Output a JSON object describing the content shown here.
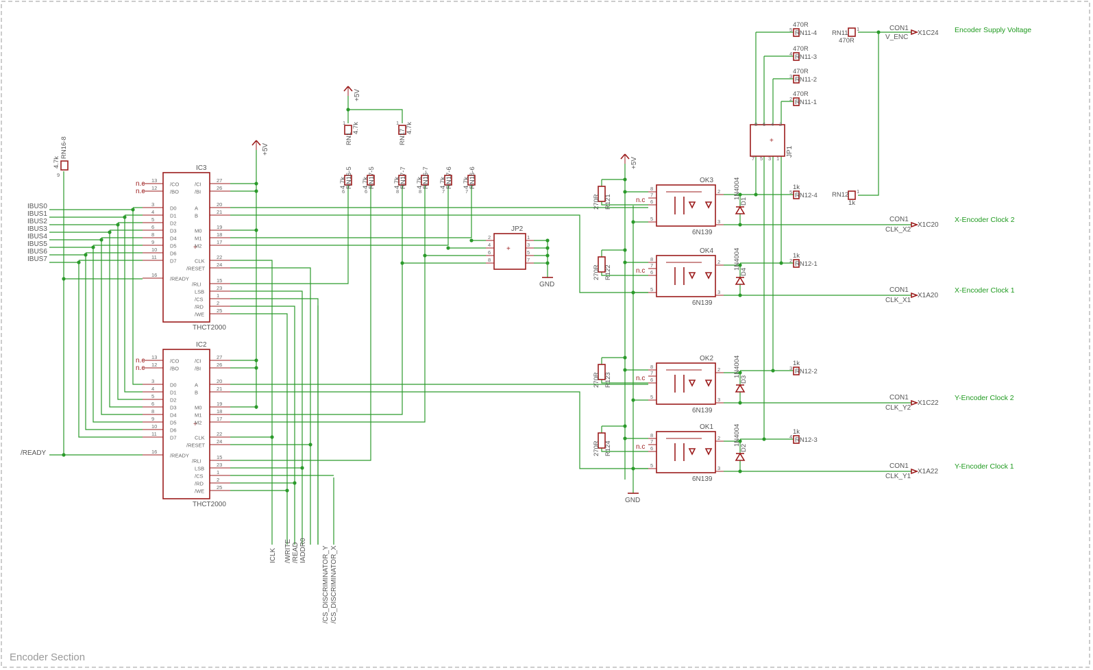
{
  "sheet": {
    "title": "Encoder Section"
  },
  "supply": {
    "vcc": "+5V",
    "gnd": "GND"
  },
  "ics": [
    {
      "name": "IC3",
      "type": "THCT2000",
      "left_pins": [
        {
          "num": "13",
          "name": "/CO"
        },
        {
          "num": "12",
          "name": "/BO"
        },
        {
          "num": "3",
          "name": "D0"
        },
        {
          "num": "4",
          "name": "D1"
        },
        {
          "num": "5",
          "name": "D2"
        },
        {
          "num": "6",
          "name": "D3"
        },
        {
          "num": "8",
          "name": "D4"
        },
        {
          "num": "9",
          "name": "D5"
        },
        {
          "num": "10",
          "name": "D6"
        },
        {
          "num": "11",
          "name": "D7"
        },
        {
          "num": "16",
          "name": "/READY"
        }
      ],
      "right_pins": [
        {
          "num": "27",
          "name": "/CI"
        },
        {
          "num": "26",
          "name": "/BI"
        },
        {
          "num": "20",
          "name": "A"
        },
        {
          "num": "21",
          "name": "B"
        },
        {
          "num": "19",
          "name": "M0"
        },
        {
          "num": "18",
          "name": "M1"
        },
        {
          "num": "17",
          "name": "M2"
        },
        {
          "num": "22",
          "name": "CLK"
        },
        {
          "num": "24",
          "name": "/RESET"
        },
        {
          "num": "15",
          "name": "/RLI"
        },
        {
          "num": "23",
          "name": "LSB"
        },
        {
          "num": "1",
          "name": "/CS"
        },
        {
          "num": "2",
          "name": "/RD"
        },
        {
          "num": "25",
          "name": "/WE"
        }
      ]
    },
    {
      "name": "IC2",
      "type": "THCT2000",
      "left_pins": [
        {
          "num": "13",
          "name": "/CO"
        },
        {
          "num": "12",
          "name": "/BO"
        },
        {
          "num": "3",
          "name": "D0"
        },
        {
          "num": "4",
          "name": "D1"
        },
        {
          "num": "5",
          "name": "D2"
        },
        {
          "num": "6",
          "name": "D3"
        },
        {
          "num": "8",
          "name": "D4"
        },
        {
          "num": "9",
          "name": "D5"
        },
        {
          "num": "10",
          "name": "D6"
        },
        {
          "num": "11",
          "name": "D7"
        },
        {
          "num": "16",
          "name": "/READY"
        }
      ],
      "right_pins": [
        {
          "num": "27",
          "name": "/CI"
        },
        {
          "num": "26",
          "name": "/BI"
        },
        {
          "num": "20",
          "name": "A"
        },
        {
          "num": "21",
          "name": "B"
        },
        {
          "num": "19",
          "name": "M0"
        },
        {
          "num": "18",
          "name": "M1"
        },
        {
          "num": "17",
          "name": "M2"
        },
        {
          "num": "22",
          "name": "CLK"
        },
        {
          "num": "24",
          "name": "/RESET"
        },
        {
          "num": "15",
          "name": "/RLI"
        },
        {
          "num": "23",
          "name": "LSB"
        },
        {
          "num": "1",
          "name": "/CS"
        },
        {
          "num": "2",
          "name": "/RD"
        },
        {
          "num": "25",
          "name": "/WE"
        }
      ]
    }
  ],
  "nc_label": "n.c",
  "bus_labels": [
    "IBUS0",
    "IBUS1",
    "IBUS2",
    "IBUS3",
    "IBUS4",
    "IBUS5",
    "IBUS6",
    "IBUS7"
  ],
  "ready_label": "/READY",
  "bottom_signals": [
    "ICLK",
    "/WRITE",
    "/READ",
    "IADDR0",
    "/CS_DISCRIMINATOR_Y",
    "/CS_DISCRIMINATOR_X"
  ],
  "pullups_top": [
    {
      "name": "RN16-8",
      "value": "4.7k",
      "pin": "9"
    },
    {
      "name": "RN1",
      "value": "4.7k",
      "pin": "1"
    },
    {
      "name": "RN17",
      "value": "4.7k",
      "pin": "1"
    }
  ],
  "pullups_row": [
    {
      "name": "RN16-5",
      "value": "4.7k",
      "pin": "6"
    },
    {
      "name": "RN17-5",
      "value": "4.7k",
      "pin": "6"
    },
    {
      "name": "RN17-7",
      "value": "4.7k",
      "pin": "8"
    },
    {
      "name": "RN16-7",
      "value": "4.7k",
      "pin": "8"
    },
    {
      "name": "RN17-6",
      "value": "4.7k",
      "pin": "7"
    },
    {
      "name": "RN16-6",
      "value": "4.7k",
      "pin": "7"
    }
  ],
  "jumper2": {
    "name": "JP2",
    "left_pins": [
      "2",
      "4",
      "6",
      "8"
    ],
    "right_pins": [
      "1",
      "3",
      "5",
      "7"
    ]
  },
  "jumper1": {
    "name": "JP1",
    "top_pins": [
      "8",
      "6",
      "4",
      "2"
    ],
    "bottom_pins": [
      "7",
      "5",
      "3",
      "1"
    ]
  },
  "opto": [
    {
      "name": "OK3",
      "type": "6N139",
      "resistor": "R121",
      "rvalue": "270R",
      "diode": "D1",
      "dtype": "1N4004"
    },
    {
      "name": "OK4",
      "type": "6N139",
      "resistor": "R122",
      "rvalue": "270R",
      "diode": "D4",
      "dtype": "1N4004"
    },
    {
      "name": "OK2",
      "type": "6N139",
      "resistor": "R123",
      "rvalue": "270R",
      "diode": "D3",
      "dtype": "1N4004"
    },
    {
      "name": "OK1",
      "type": "6N139",
      "resistor": "R124",
      "rvalue": "270R",
      "diode": "D2",
      "dtype": "1N4004"
    }
  ],
  "opto_pins": [
    "8",
    "7",
    "6",
    "5",
    "2",
    "3"
  ],
  "rn11": [
    {
      "name": "RN11-4",
      "value": "470R",
      "pin": "5"
    },
    {
      "name": "RN11-3",
      "value": "470R",
      "pin": "4"
    },
    {
      "name": "RN11-2",
      "value": "470R",
      "pin": "3"
    },
    {
      "name": "RN11-1",
      "value": "470R",
      "pin": "2"
    }
  ],
  "rn12": [
    {
      "name": "RN12-4",
      "value": "1k",
      "pin": "5"
    },
    {
      "name": "RN12-1",
      "value": "1k",
      "pin": "2"
    },
    {
      "name": "RN12-2",
      "value": "1k",
      "pin": "3"
    },
    {
      "name": "RN12-3",
      "value": "1k",
      "pin": "4"
    }
  ],
  "rn_single": [
    {
      "name": "RN11",
      "value": "470R",
      "pin": "1"
    },
    {
      "name": "RN12",
      "value": "1k",
      "pin": "1"
    }
  ],
  "connectors": [
    {
      "label": "CON1",
      "net": "V_ENC",
      "pin": "X1C24",
      "desc": "Encoder Supply Voltage"
    },
    {
      "label": "CON1",
      "net": "CLK_X2",
      "pin": "X1C20",
      "desc": "X-Encoder Clock 2"
    },
    {
      "label": "CON1",
      "net": "CLK_X1",
      "pin": "X1A20",
      "desc": "X-Encoder Clock 1"
    },
    {
      "label": "CON1",
      "net": "CLK_Y2",
      "pin": "X1C22",
      "desc": "Y-Encoder Clock 2"
    },
    {
      "label": "CON1",
      "net": "CLK_Y1",
      "pin": "X1A22",
      "desc": "Y-Encoder Clock 1"
    }
  ],
  "colors": {
    "part": "#9b1b1b",
    "wire": "#2b9a2b",
    "note": "#1f9a1f",
    "label": "#555555"
  }
}
